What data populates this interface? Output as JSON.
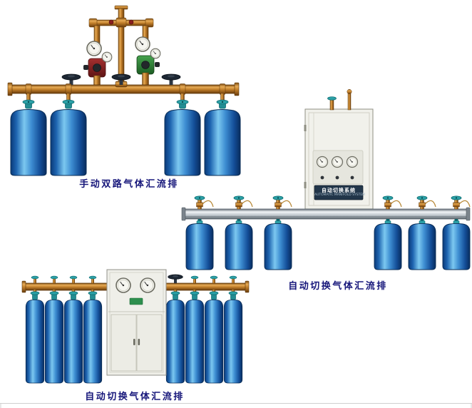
{
  "page": {
    "background_color": "#ffffff",
    "language": "zh-CN"
  },
  "caption_color": "#16167a",
  "products": [
    {
      "name": "manual-dual-gas-manifold",
      "caption": "手动双路气体汇流排",
      "cylinders": 4,
      "colors": {
        "cylinder_blue": "#2f7fd1",
        "pipe_brass": "#c07e2a",
        "valve_teal": "#2ba0a6",
        "regulator_red": "#8a2222",
        "regulator_green": "#2f8a38"
      }
    },
    {
      "name": "auto-switch-gas-manifold-wall",
      "caption": "自动切换气体汇流排",
      "control_box": {
        "title": "自动切换系统",
        "subtitle": "AUTOMATIC MANIFOLD SYSTEM",
        "gauges": 3,
        "indicator_lights": 3
      },
      "cylinders": 6,
      "colors": {
        "cylinder_blue": "#2f7fd1",
        "rail_steel": "#c3cad0",
        "cabinet": "#f1f1eb"
      }
    },
    {
      "name": "auto-switch-gas-manifold-cabinet",
      "caption": "自动切换气体汇流排",
      "control_box": {
        "gauges": 2,
        "doors": 2
      },
      "cylinders": 8,
      "colors": {
        "cylinder_blue": "#2f7fd1",
        "pipe_brass": "#c07e2a",
        "cabinet": "#efefe9"
      }
    }
  ]
}
